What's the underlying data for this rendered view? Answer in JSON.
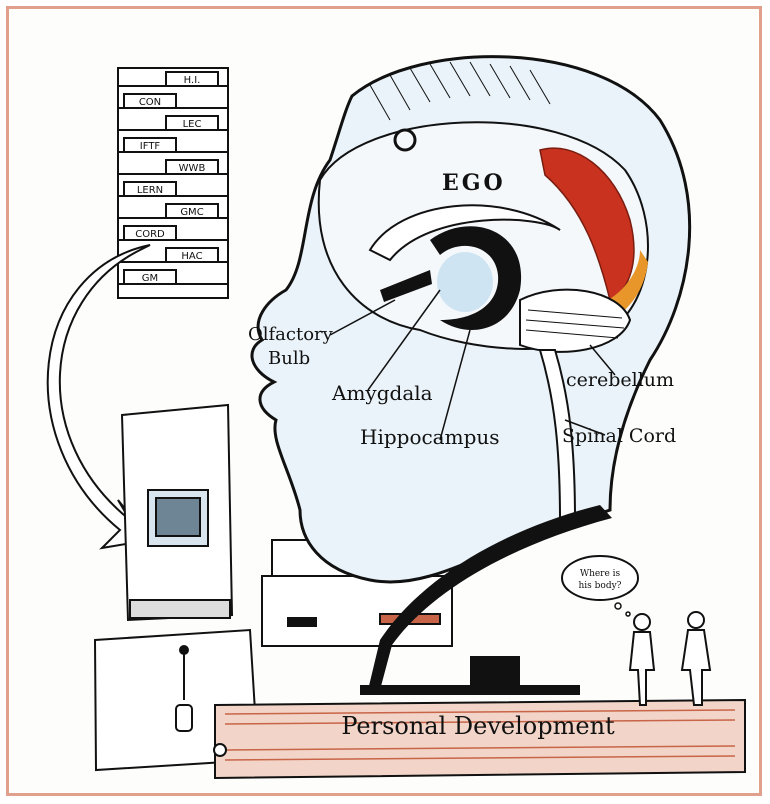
{
  "drawing": {
    "labels": {
      "olfactory_bulb_line1": "Olfactory",
      "olfactory_bulb_line2": "Bulb",
      "amygdala": "Amygdala",
      "hippocampus": "Hippocampus",
      "cerebellum": "cerebellum",
      "spinal_cord": "Spinal Cord",
      "ego": "EGO",
      "base_label": "Personal Development",
      "thought_line1": "Where is",
      "thought_line2": "his body?"
    },
    "file_tabs": [
      "H.I.",
      "CON",
      "LEC",
      "IFTF",
      "WWB",
      "LERN",
      "GMC",
      "CORD",
      "HAC",
      "GM"
    ],
    "colors": {
      "frame": "#e0a08c",
      "cerebral_red": "#c8321e",
      "cerebral_orange": "#e8962a",
      "brain_blue": "#8ec3e6",
      "base_wood": "#c86448",
      "ink": "#111111"
    }
  }
}
